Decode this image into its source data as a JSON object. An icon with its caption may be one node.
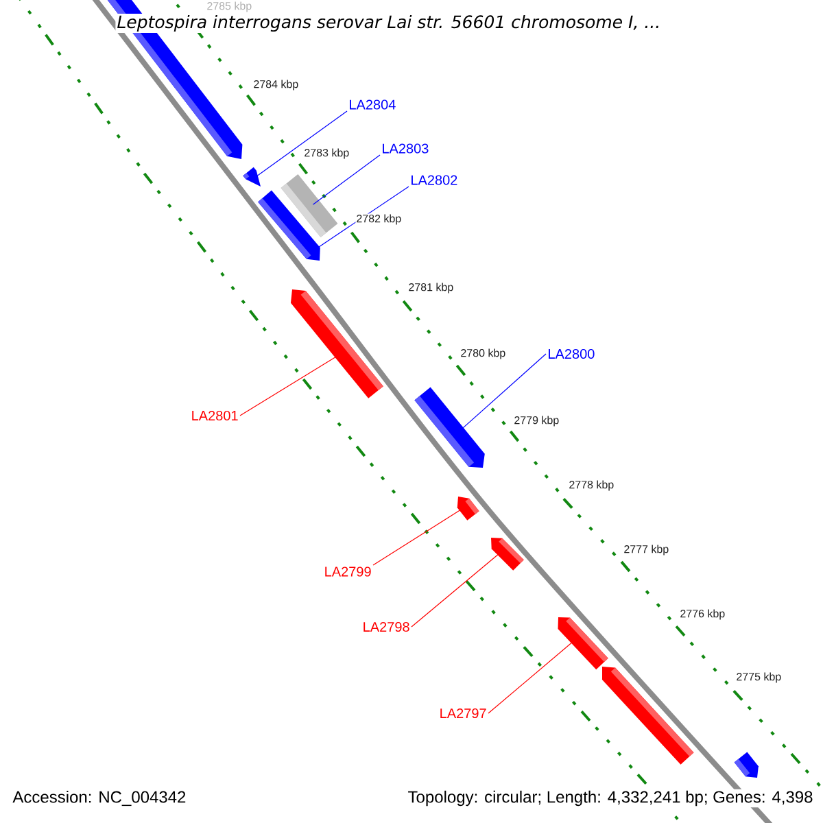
{
  "diagram": {
    "title": "Leptospira interrogans serovar Lai str. 56601 chromosome I, ...",
    "nodes": [
      {
        "text": [],
        "shape": "arrow"
      },
      {
        "text": [
          "LA2804"
        ]
      },
      {
        "text": [],
        "shape": "arrow"
      },
      {
        "text": [
          "LA2803"
        ]
      },
      {
        "text": [],
        "shape": "box"
      },
      {
        "text": [],
        "shape": "arrow"
      },
      {
        "text": [
          "LA2802"
        ]
      },
      {
        "text": [],
        "shape": "arrow"
      },
      {
        "text": [
          "LA2801"
        ]
      },
      {
        "text": [],
        "shape": "arrow"
      },
      {
        "text": [
          "LA2800"
        ]
      },
      {
        "text": [],
        "shape": "arrow"
      },
      {
        "text": [
          "LA2799"
        ]
      },
      {
        "text": [],
        "shape": "arrow"
      },
      {
        "text": [
          "LA2798"
        ]
      },
      {
        "text": [],
        "shape": "arrow"
      },
      {
        "text": [],
        "shape": "arrow"
      },
      {
        "text": [
          "LA2797"
        ]
      },
      {
        "text": [],
        "shape": "arrow"
      }
    ],
    "edges": [
      {
        "from": 1,
        "to": 2,
        "arrow": "none",
        "color": "#0000ff"
      },
      {
        "from": 3,
        "to": 4,
        "arrow": "none",
        "color": "#0000ff"
      },
      {
        "from": 6,
        "to": 5,
        "arrow": "none",
        "color": "#0000ff"
      },
      {
        "from": 8,
        "to": 7,
        "arrow": "none",
        "color": "#ff0000"
      },
      {
        "from": 10,
        "to": 9,
        "arrow": "none",
        "color": "#0000ff"
      },
      {
        "from": 12,
        "to": 11,
        "arrow": "none",
        "color": "#ff0000"
      },
      {
        "from": 14,
        "to": 13,
        "arrow": "none",
        "color": "#ff0000"
      },
      {
        "from": 17,
        "to": 15,
        "arrow": "none",
        "color": "#ff0000"
      }
    ],
    "labels": [
      "2785 kbp",
      "2784 kbp",
      "2783 kbp",
      "2782 kbp",
      "2781 kbp",
      "2780 kbp",
      "2779 kbp",
      "2778 kbp",
      "2777 kbp",
      "2776 kbp",
      "2775 kbp",
      "Accession: NC_004342",
      "Topology: circular; Length: 4,332,241 bp; Genes: 4,398"
    ]
  }
}
